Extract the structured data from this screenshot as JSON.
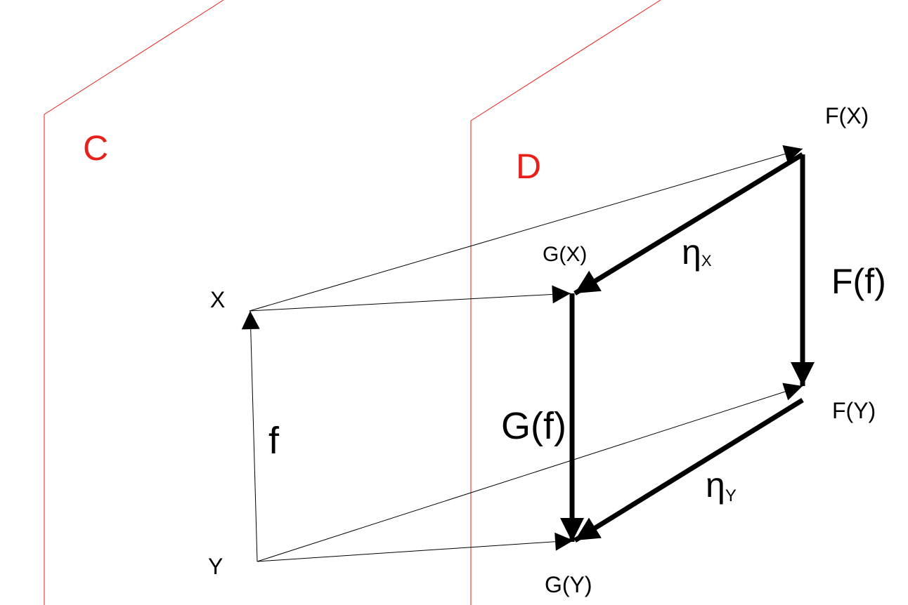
{
  "categories": {
    "source": {
      "label": "C"
    },
    "target": {
      "label": "D"
    }
  },
  "objects": {
    "x": "X",
    "y": "Y",
    "fx": "F(X)",
    "fy": "F(Y)",
    "gx": "G(X)",
    "gy": "G(Y)"
  },
  "morphisms": {
    "f": "f",
    "ff": "F(f)",
    "gf": "G(f)",
    "eta_x": {
      "base": "η",
      "sub": "X"
    },
    "eta_y": {
      "base": "η",
      "sub": "Y"
    }
  },
  "colors": {
    "category_label": "#e8201a",
    "plane_edge": "#e8201a",
    "arrow": "#000000"
  }
}
